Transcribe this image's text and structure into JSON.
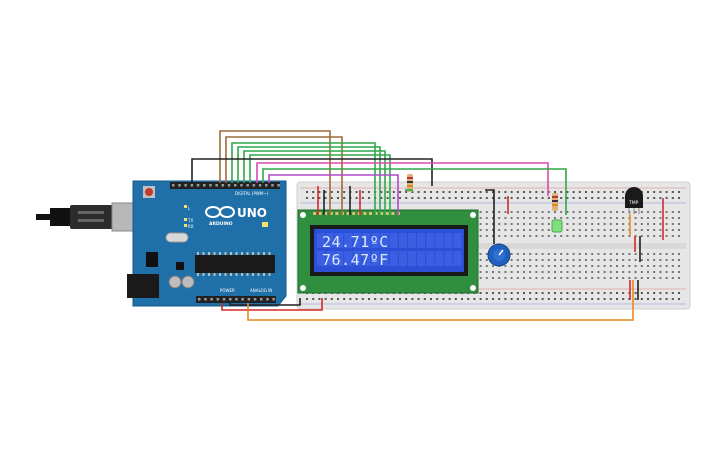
{
  "lcd": {
    "line1": "24.71ºC",
    "line2": "76.47ºF"
  },
  "arduino": {
    "logo_text": "ARDUINO",
    "model": "UNO",
    "digital_label": "DIGITAL (PWM~)",
    "power_label": "POWER",
    "analog_label": "ANALOG IN",
    "tx_label": "TX",
    "rx_label": "RX",
    "l_label": "L"
  },
  "sensor": {
    "label": "TMP"
  },
  "colors": {
    "board_blue": "#1f6fa8",
    "breadboard": "#e6e6e6",
    "lcd_green": "#2f8f3f",
    "lcd_screen": "#2b4fd6",
    "wire_green": "#2fa84a",
    "wire_brown": "#9c6b3a",
    "wire_red": "#d62828",
    "wire_black": "#222222",
    "wire_orange": "#e8891c",
    "wire_purple": "#b04ac9",
    "wire_magenta": "#d94bb0",
    "pot_blue": "#1e5fbf",
    "led_green": "#7ee07e"
  }
}
